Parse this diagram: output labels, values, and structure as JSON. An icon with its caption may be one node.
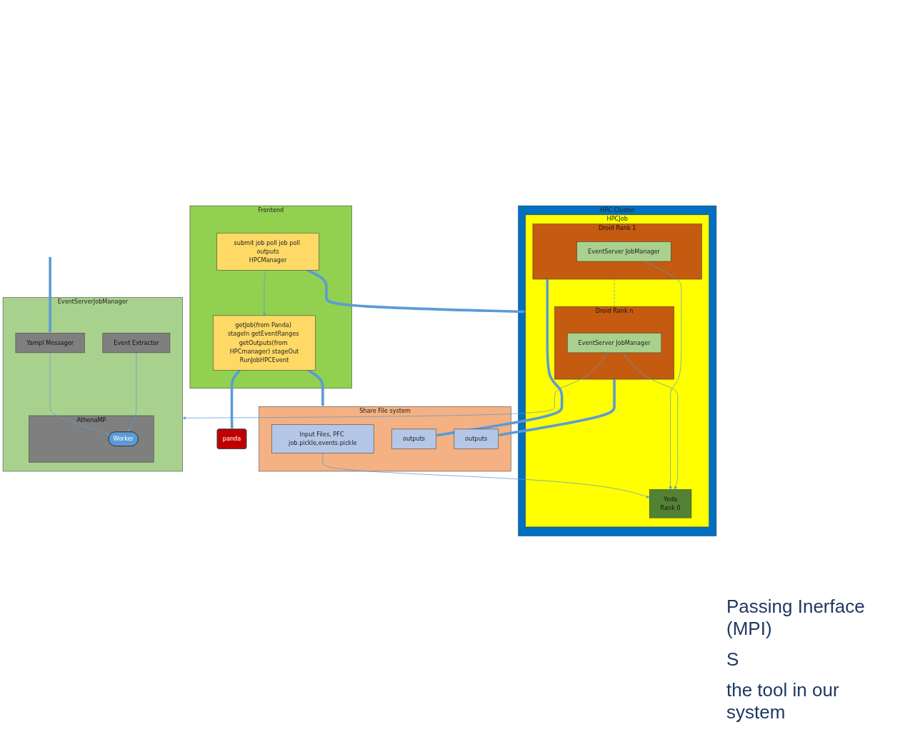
{
  "diagram": {
    "nodes": [
      {
        "text": [
          "panda"
        ]
      },
      {
        "text": [
          "Frontend"
        ]
      },
      {
        "text": [
          "getJob(from Panda) stageIn getEventRanges getOutputs(from HPCmanager) stageOut",
          "RunJobHPCEvent"
        ],
        "in": 1
      },
      {
        "text": [
          "submit job poll job poll outputs",
          "HPCManager"
        ],
        "in": 1
      },
      {
        "text": [
          "HPC Cluster"
        ]
      },
      {
        "text": [
          "HPCJob"
        ],
        "in": 4
      },
      {
        "text": [
          "Yoda",
          "Rank 0"
        ],
        "in": 5
      },
      {
        "text": [
          "Droid Rank 1"
        ],
        "in": 5
      },
      {
        "text": [
          "EventServer JobManager"
        ],
        "in": 7
      },
      {
        "text": [
          "Droid Rank n"
        ],
        "in": 5
      },
      {
        "text": [
          "EventServer JobManager"
        ],
        "in": 9
      },
      {
        "text": [
          "Share File system"
        ]
      },
      {
        "text": [
          "Input Files, PFC job.pickle,events.pickle"
        ],
        "in": 11
      },
      {
        "text": [
          "outputs"
        ],
        "in": 11
      },
      {
        "text": [
          "outputs"
        ],
        "in": 11
      },
      {
        "text": [
          "EventServerJobManager"
        ]
      },
      {
        "text": [
          "Yampl Messager"
        ],
        "in": 15
      },
      {
        "text": [
          "AthenaMP"
        ],
        "in": 15
      },
      {
        "text": [
          "Worker"
        ],
        "in": 17
      },
      {
        "text": [
          "Event Extractor"
        ],
        "in": 15
      }
    ],
    "edges": [
      {
        "from": 2,
        "to": 0,
        "arrow": "to",
        "style": "thick"
      },
      {
        "from": 3,
        "to": 2,
        "arrow": "to"
      },
      {
        "from": 3,
        "to": 5,
        "arrow": "to",
        "style": "thick"
      },
      {
        "from": 2,
        "to": 11,
        "arrow": "to",
        "style": "thick"
      },
      {
        "from": 12,
        "to": 6,
        "arrow": "to"
      },
      {
        "from": 8,
        "to": 6,
        "arrow": "to"
      },
      {
        "from": 10,
        "to": 6,
        "arrow": "to"
      },
      {
        "from": 7,
        "to": 9,
        "arrow": "none",
        "style": "dashed"
      },
      {
        "from": 7,
        "to": 13,
        "arrow": "to",
        "style": "thick"
      },
      {
        "from": 9,
        "to": 14,
        "arrow": "to",
        "style": "thick"
      },
      {
        "from": 10,
        "to": 15,
        "arrow": "to"
      },
      {
        "from": null,
        "to": 16,
        "arrow": "to",
        "style": "thick"
      },
      {
        "from": 16,
        "to": 18,
        "arrow": "to"
      },
      {
        "from": 19,
        "to": 18,
        "arrow": "to"
      }
    ],
    "labels": [
      "Passing Inerface (MPI)",
      "S",
      "the tool in our system"
    ]
  }
}
